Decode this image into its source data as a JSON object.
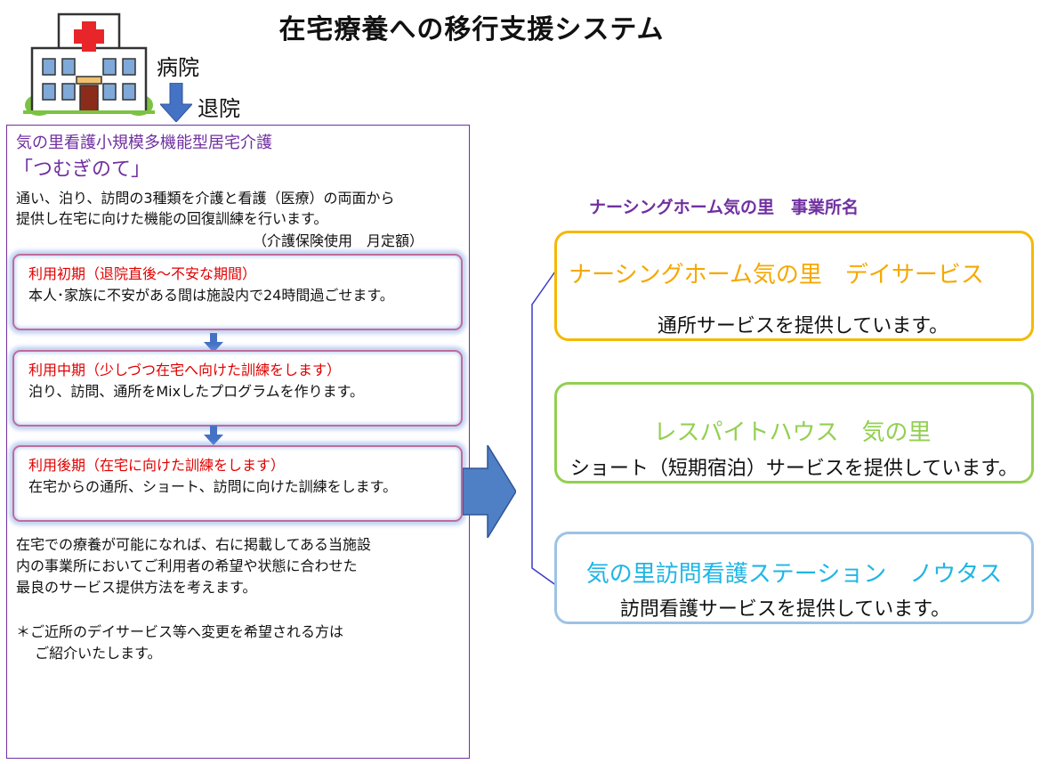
{
  "title": "在宅療養への移行支援システム",
  "header_labels": {
    "hospital": "病院",
    "discharge": "退院"
  },
  "left_panel": {
    "facility_name": "気の里看護小規模多機能型居宅介護",
    "facility_nickname": "「つむぎのて」",
    "intro_lines": [
      "通い、泊り、訪問の3種類を介護と看護（医療）の両面から",
      "提供し在宅に向けた機能の回復訓練を行います。"
    ],
    "insurance_note": "（介護保険使用　月定額）",
    "stages": [
      {
        "title": "利用初期（退院直後～不安な期間）",
        "description": "本人･家族に不安がある間は施設内で24時間過ごせます。"
      },
      {
        "title": "利用中期（少しづつ在宅へ向けた訓練をします）",
        "description": "泊り、訪問、通所をMixしたプログラムを作ります。"
      },
      {
        "title": "利用後期（在宅に向けた訓練をします）",
        "description": "在宅からの通所、ショート、訪問に向けた訓練をします。"
      }
    ],
    "closing_lines": [
      "在宅での療養が可能になれば、右に掲載してある当施設",
      "内の事業所においてご利用者の希望や状態に合わせた",
      "最良のサービス提供方法を考えます。"
    ],
    "referral_lines": [
      "＊ご近所のデイサービス等へ変更を希望される方は",
      "　 ご紹介いたします。"
    ]
  },
  "right_panel": {
    "header": "ナーシングホーム気の里　事業所名",
    "services": [
      {
        "name": "ナーシングホーム気の里　デイサービス",
        "description": "通所サービスを提供しています。"
      },
      {
        "name": "レスパイトハウス　気の里",
        "description": "ショート（短期宿泊）サービスを提供しています。"
      },
      {
        "name": "気の里訪問看護ステーション　ノウタス",
        "description": "訪問看護サービスを提供しています。"
      }
    ]
  },
  "colors": {
    "purple": "#7030a0",
    "stage_red": "#e00000",
    "arrow_blue": "#4472c4",
    "day_service": "#f5b800",
    "respite": "#92d050",
    "visit_nursing": "#1fb5e6"
  },
  "icons": {
    "hospital": "hospital-building-icon",
    "discharge_arrow": "arrow-down-icon",
    "flow_arrow": "arrow-right-icon"
  }
}
